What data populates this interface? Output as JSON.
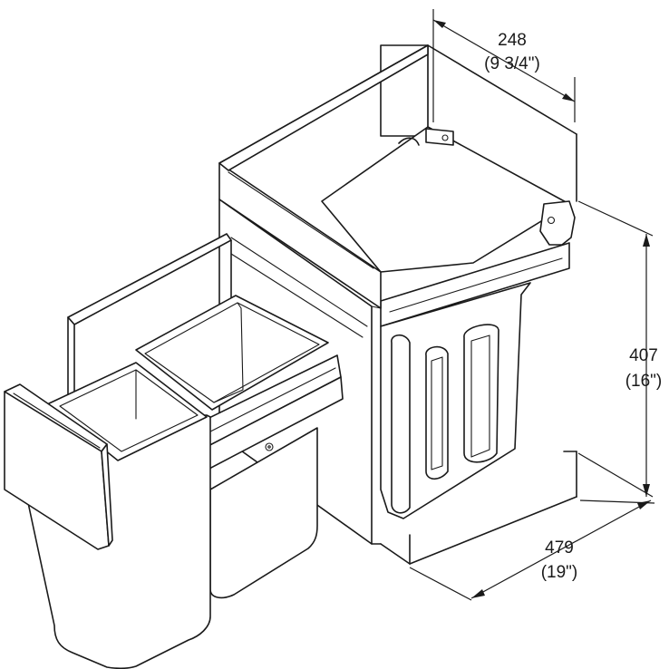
{
  "dimensions": {
    "width": {
      "metric": "248",
      "imperial": "(9 3/4\")"
    },
    "height": {
      "metric": "407",
      "imperial": "(16\")"
    },
    "depth": {
      "metric": "479",
      "imperial": "(19\")"
    }
  },
  "colors": {
    "line": "#1a1a1a",
    "background": "#ffffff"
  }
}
